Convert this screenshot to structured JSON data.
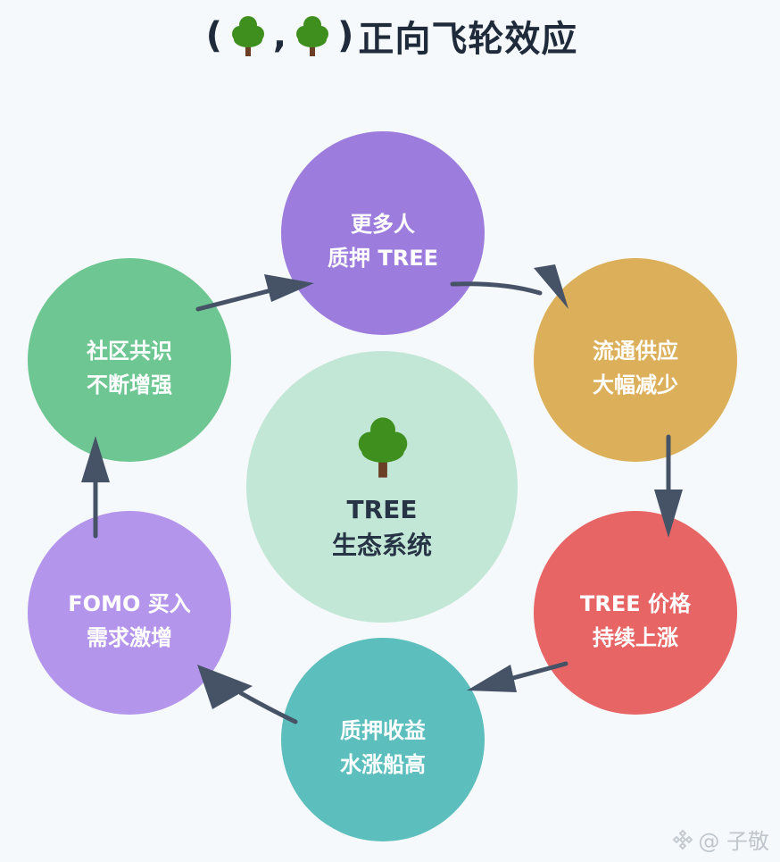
{
  "title": {
    "open": "(",
    "sep": ",",
    "close": ")",
    "text": "正向飞轮效应"
  },
  "center": {
    "line1": "TREE",
    "line2": "生态系统",
    "icon": "tree-icon",
    "color": "#c3e7d6"
  },
  "nodes": {
    "top": {
      "line1": "更多人",
      "line2": "质押 TREE",
      "color": "#9c7ddd"
    },
    "upper_right": {
      "line1": "流通供应",
      "line2": "大幅减少",
      "color": "#dcb05a"
    },
    "lower_right": {
      "line1": "TREE 价格",
      "line2": "持续上涨",
      "color": "#e86565"
    },
    "bottom": {
      "line1": "质押收益",
      "line2": "水涨船高",
      "color": "#5dbfbd"
    },
    "lower_left": {
      "line1": "FOMO 买入",
      "line2": "需求激增",
      "color": "#b395ec"
    },
    "upper_left": {
      "line1": "社区共识",
      "line2": "不断增强",
      "color": "#6ec792"
    }
  },
  "arrow_color": "#465366",
  "watermark": {
    "text": "@ 子敬"
  }
}
